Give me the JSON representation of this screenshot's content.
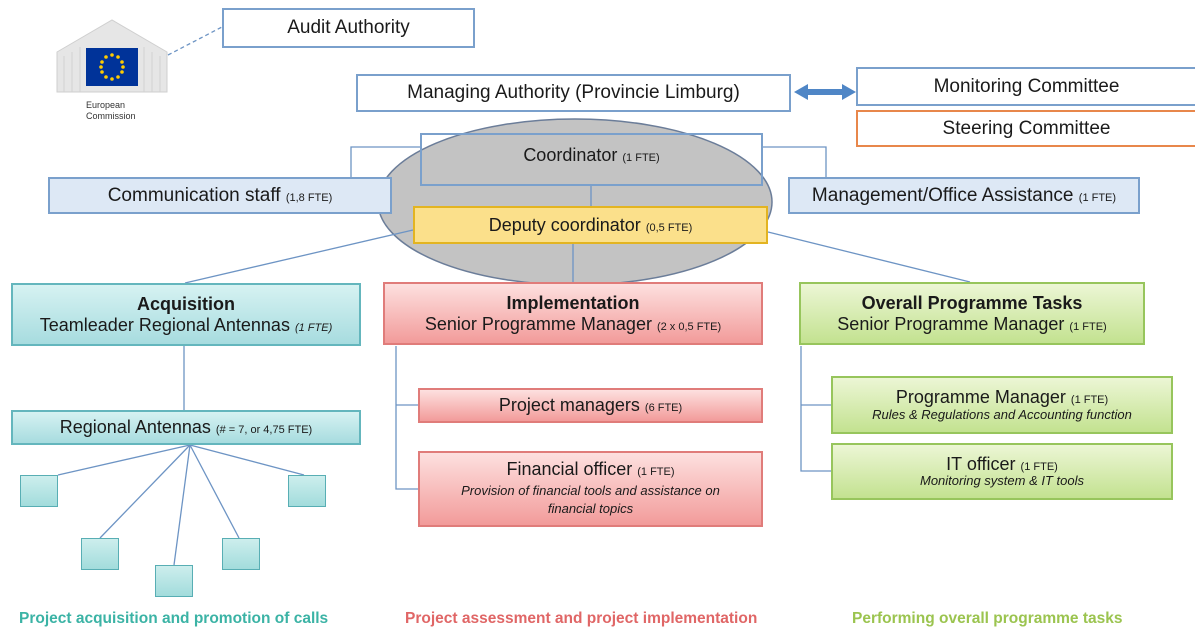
{
  "ec_logo": {
    "line1": "European",
    "line2": "Commission",
    "flag_color": "#003399",
    "star_color": "#ffcc00"
  },
  "audit": {
    "label": "Audit Authority"
  },
  "managing": {
    "label": "Managing Authority (Provincie Limburg)"
  },
  "monitoring": {
    "label": "Monitoring Committee"
  },
  "steering": {
    "label": "Steering Committee"
  },
  "coordinator": {
    "label": "Coordinator",
    "fte": "(1 FTE)"
  },
  "communication": {
    "label": "Communication staff",
    "fte": "(1,8 FTE)"
  },
  "management": {
    "label": "Management/Office Assistance",
    "fte": "(1 FTE)"
  },
  "deputy": {
    "label": "Deputy coordinator",
    "fte": "(0,5 FTE)"
  },
  "acquisition": {
    "title": "Acquisition",
    "subtitle": "Teamleader Regional Antennas",
    "fte": "(1 FTE)"
  },
  "implementation": {
    "title": "Implementation",
    "subtitle": "Senior Programme Manager",
    "fte": "(2 x 0,5 FTE)"
  },
  "overall": {
    "title": "Overall Programme Tasks",
    "subtitle": "Senior Programme Manager",
    "fte": "(1 FTE)"
  },
  "regional": {
    "label": "Regional Antennas",
    "fte": "(# = 7, or 4,75 FTE)"
  },
  "project_managers": {
    "label": "Project managers",
    "fte": "(6 FTE)"
  },
  "financial": {
    "label": "Financial officer",
    "fte": "(1 FTE)",
    "desc": "Provision of financial tools and assistance on financial topics"
  },
  "programme_manager": {
    "label": "Programme Manager",
    "fte": "(1 FTE)",
    "desc": "Rules & Regulations and Accounting function"
  },
  "it_officer": {
    "label": "IT officer",
    "fte": "(1 FTE)",
    "desc": "Monitoring system & IT tools"
  },
  "footer": {
    "acquisition": "Project acquisition and promotion of calls",
    "implementation": "Project assessment and project implementation",
    "overall": "Performing overall programme tasks"
  },
  "colors": {
    "teal_text": "#3bb3a5",
    "red_text": "#e06666",
    "green_text": "#9bc44f",
    "line": "#6d94c4",
    "arrow": "#4f86c6"
  }
}
